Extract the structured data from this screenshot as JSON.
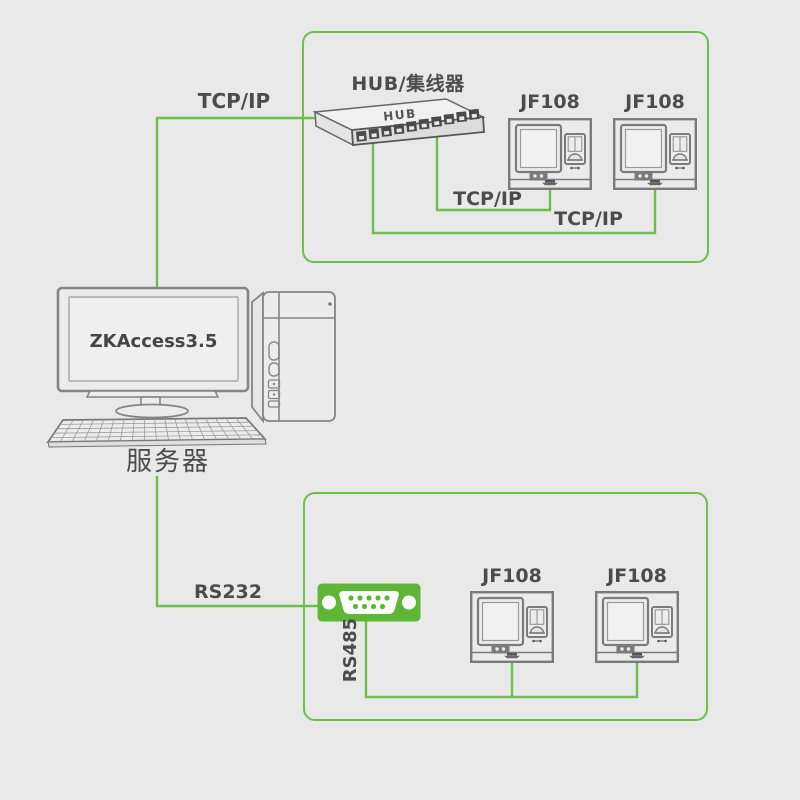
{
  "computer": {
    "screen_text": "ZKAccess3.5",
    "caption": "服务器"
  },
  "hub": {
    "label": "HUB/集线器",
    "device_text": "HUB"
  },
  "top_group": {
    "devices": [
      {
        "label": "JF108"
      },
      {
        "label": "JF108"
      }
    ],
    "connection_labels": [
      {
        "label": "TCP/IP"
      },
      {
        "label": "TCP/IP"
      }
    ]
  },
  "bottom_group": {
    "devices": [
      {
        "label": "JF108"
      },
      {
        "label": "JF108"
      }
    ]
  },
  "connections": {
    "pc_to_hub": "TCP/IP",
    "pc_to_serial": "RS232",
    "serial_bus": "RS485"
  },
  "colors": {
    "background": "#e9e9e9",
    "line_green": "#6cbf4a",
    "connector_green": "#5eb636",
    "device_outline": "#7b7b7b",
    "text": "#4c4c4c"
  }
}
